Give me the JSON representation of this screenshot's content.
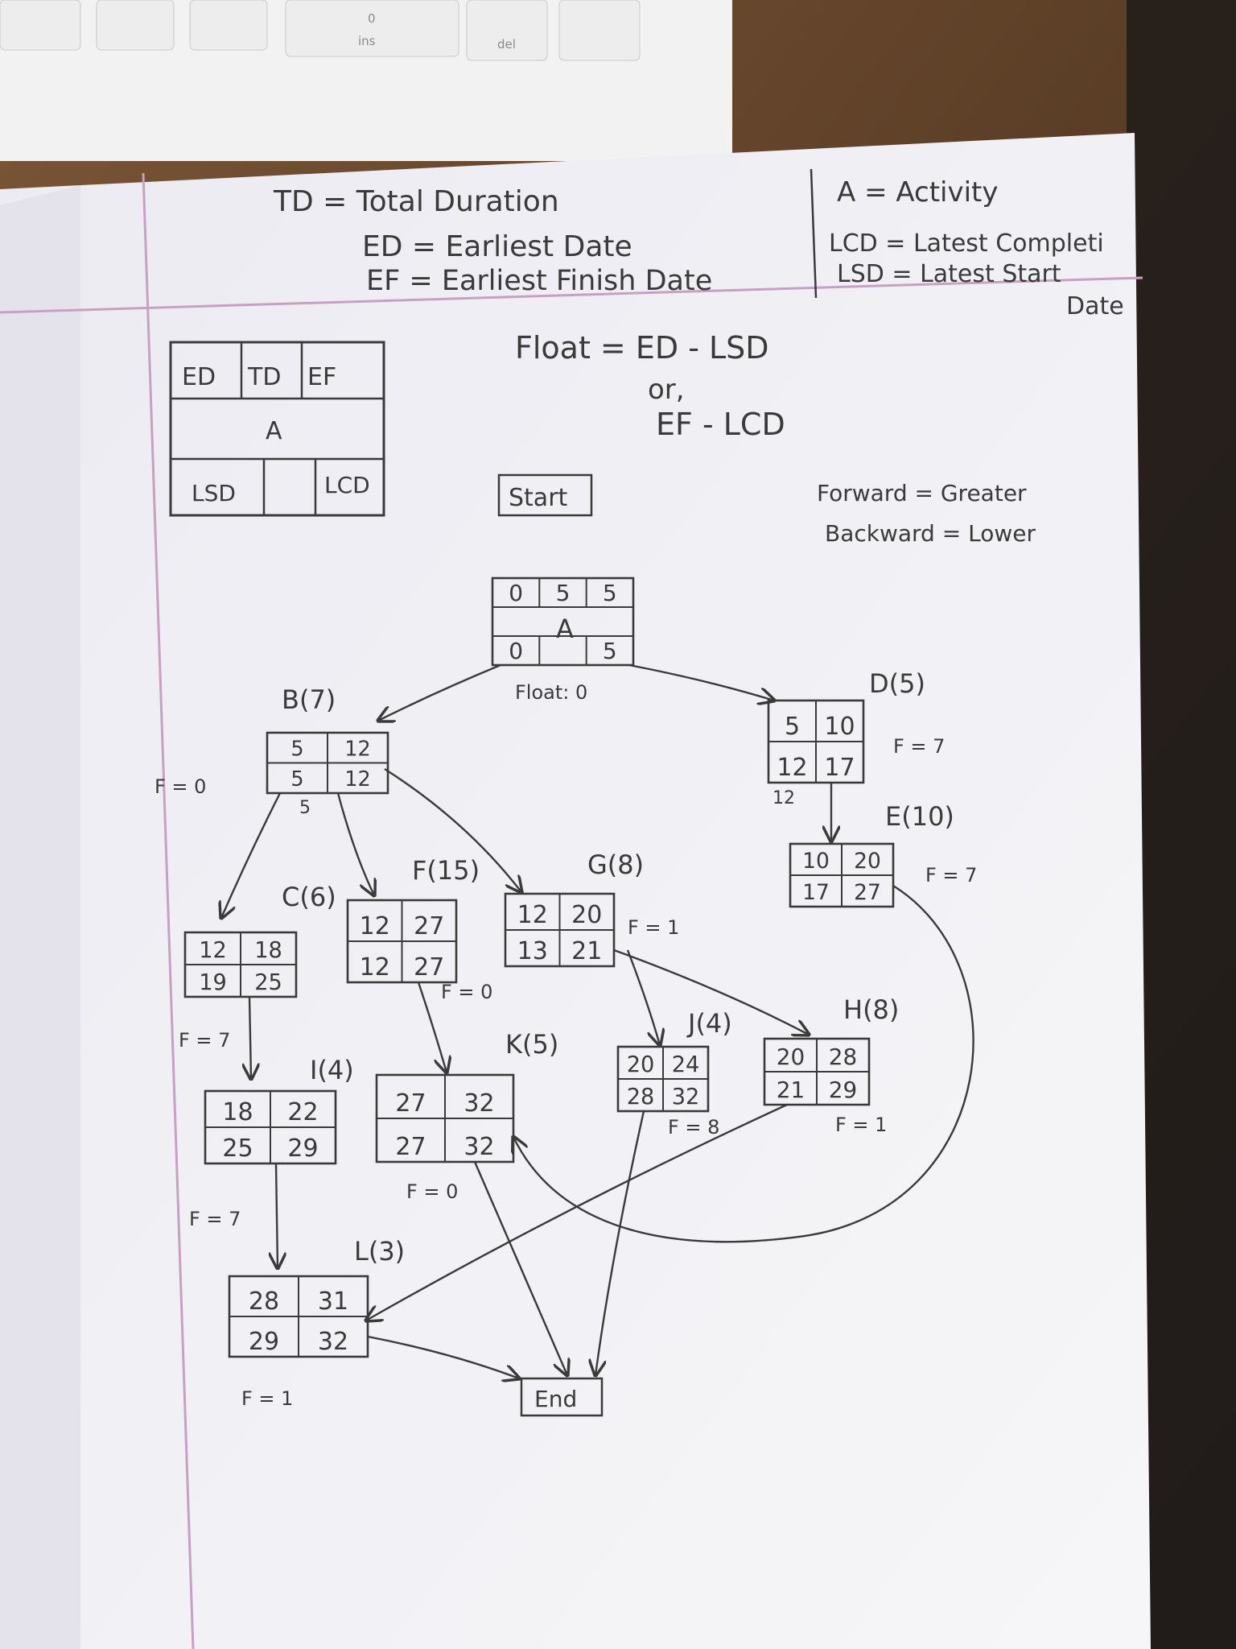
{
  "legend": {
    "td": "TD = Total Duration",
    "ed": "ED = Earliest Date",
    "ef": "EF = Earliest Finish Date",
    "a": "A = Activity",
    "lcd": "LCD = Latest Completi",
    "lsd": "LSD = Latest Start",
    "lsd_cont": "Date"
  },
  "key_box": {
    "ed": "ED",
    "td": "TD",
    "ef": "EF",
    "activity": "A",
    "lsd": "LSD",
    "lcd": "LCD"
  },
  "formula": {
    "line1": "Float = ED - LSD",
    "line2": "or,",
    "line3": "EF - LCD"
  },
  "rule": {
    "forward": "Forward = Greater",
    "backward": "Backward = Lower"
  },
  "start_label": "Start",
  "end_label": "End",
  "keyboard": {
    "ins": "ins",
    "del": "del",
    "zero": "0"
  },
  "nodes": {
    "A": {
      "label": "A",
      "ed": "0",
      "td": "5",
      "ef": "5",
      "lsd": "0",
      "lcd": "5",
      "float": "Float: 0"
    },
    "B": {
      "label": "B(7)",
      "ed": "5",
      "ef": "12",
      "lsd": "5",
      "lcd": "12",
      "float": "F = 0",
      "below": "5"
    },
    "C": {
      "label": "C(6)",
      "ed": "12",
      "ef": "18",
      "lsd": "19",
      "lcd": "25",
      "float": "F = 7"
    },
    "D": {
      "label": "D(5)",
      "ed": "5",
      "ef": "10",
      "lsd": "12",
      "lcd": "17",
      "float": "F = 7",
      "below": "12"
    },
    "E": {
      "label": "E(10)",
      "ed": "10",
      "ef": "20",
      "lsd": "17",
      "lcd": "27",
      "float": "F = 7"
    },
    "F": {
      "label": "F(15)",
      "ed": "12",
      "ef": "27",
      "lsd": "12",
      "lcd": "27",
      "float": "F = 0"
    },
    "G": {
      "label": "G(8)",
      "ed": "12",
      "ef": "20",
      "lsd": "13",
      "lcd": "21",
      "float": "F = 1"
    },
    "H": {
      "label": "H(8)",
      "ed": "20",
      "ef": "28",
      "lsd": "21",
      "lcd": "29",
      "float": "F = 1"
    },
    "I": {
      "label": "I(4)",
      "ed": "18",
      "ef": "22",
      "lsd": "25",
      "lcd": "29",
      "float": "F = 7"
    },
    "J": {
      "label": "J(4)",
      "ed": "20",
      "ef": "24",
      "lsd": "28",
      "lcd": "32",
      "float": "F = 8"
    },
    "K": {
      "label": "K(5)",
      "ed": "27",
      "ef": "32",
      "lsd": "27",
      "lcd": "32",
      "float": "F = 0"
    },
    "L": {
      "label": "L(3)",
      "ed": "28",
      "ef": "31",
      "lsd": "29",
      "lcd": "32",
      "float": "F = 1"
    }
  },
  "colors": {
    "paper": "#f1f1f4",
    "ink": "#3a3a3a",
    "margin_line": "#c7a0c2",
    "desk": "#6b4a30",
    "keyboard": "#f0f0f0"
  }
}
